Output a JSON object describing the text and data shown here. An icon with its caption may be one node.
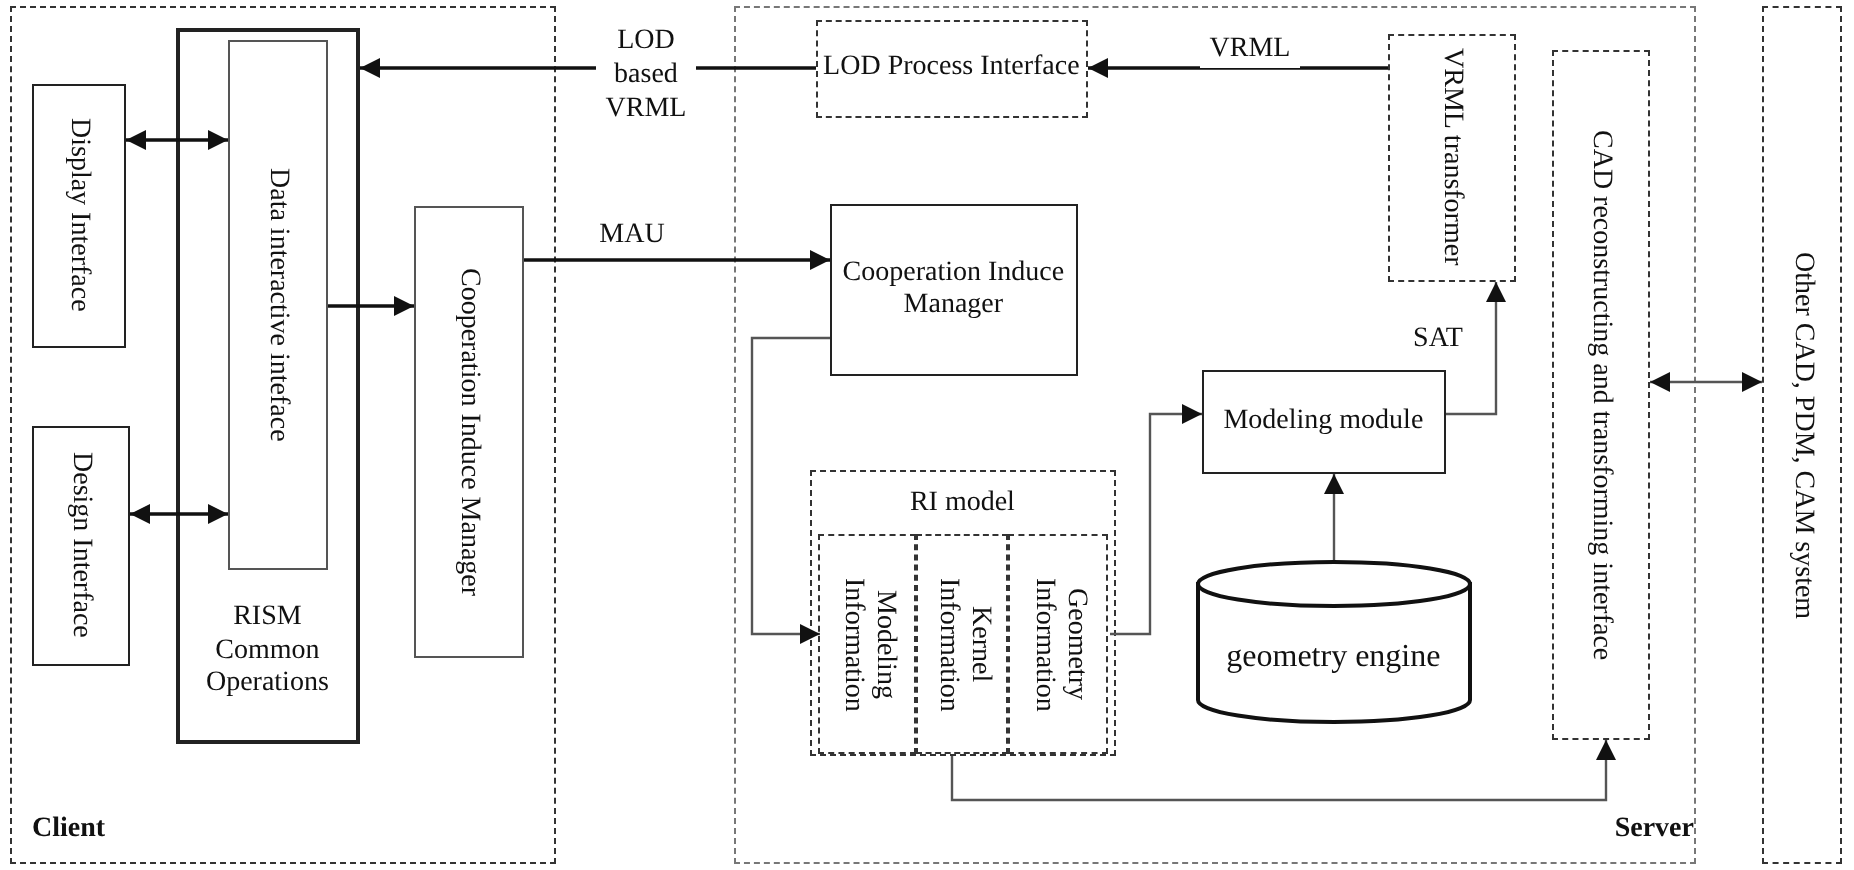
{
  "diagram": {
    "nodes": [
      {
        "text": [
          "Client"
        ]
      },
      {
        "text": [
          "Display Interface"
        ],
        "in": 0
      },
      {
        "text": [
          "Design Interface"
        ],
        "in": 0
      },
      {
        "text": [
          "RISM Common Operations"
        ],
        "in": 0
      },
      {
        "text": [
          "Data interactive inteface"
        ],
        "in": 3
      },
      {
        "text": [
          "Cooperation Induce Manager"
        ],
        "in": 0
      },
      {
        "text": [
          "Server"
        ]
      },
      {
        "text": [
          "LOD Process Interface"
        ],
        "in": 6
      },
      {
        "text": [
          "VRML transformer"
        ],
        "in": 6
      },
      {
        "text": [
          "Cooperation Induce Manager"
        ],
        "in": 6
      },
      {
        "text": [
          "CAD reconstructing and transforming interface"
        ],
        "in": 6
      },
      {
        "text": [
          "Modeling module"
        ],
        "in": 6
      },
      {
        "text": [
          "RI model"
        ],
        "in": 6
      },
      {
        "text": [
          "Modeling Information"
        ],
        "in": 12
      },
      {
        "text": [
          "Kernel Information"
        ],
        "in": 12
      },
      {
        "text": [
          "Geometry Information"
        ],
        "in": 12
      },
      {
        "text": [
          "geometry engine"
        ],
        "in": 6
      },
      {
        "text": [
          "Other CAD, PDM, CAM system"
        ]
      }
    ],
    "edges": [
      {
        "from": 7,
        "to": 3,
        "arrow": "to",
        "label": "LOD based VRML"
      },
      {
        "from": 8,
        "to": 7,
        "arrow": "to",
        "label": "VRML"
      },
      {
        "from": 1,
        "to": 4,
        "arrow": "both"
      },
      {
        "from": 2,
        "to": 4,
        "arrow": "both"
      },
      {
        "from": 4,
        "to": 5,
        "arrow": "to"
      },
      {
        "from": 5,
        "to": 9,
        "arrow": "to",
        "label": "MAU"
      },
      {
        "from": 9,
        "to": 13,
        "arrow": "to"
      },
      {
        "from": 15,
        "to": 11,
        "arrow": "to"
      },
      {
        "from": 11,
        "to": 8,
        "arrow": "to",
        "label": "SAT"
      },
      {
        "from": 16,
        "to": 11,
        "arrow": "to"
      },
      {
        "from": 14,
        "to": 10,
        "arrow": "to"
      },
      {
        "from": 10,
        "to": 17,
        "arrow": "both"
      }
    ]
  }
}
